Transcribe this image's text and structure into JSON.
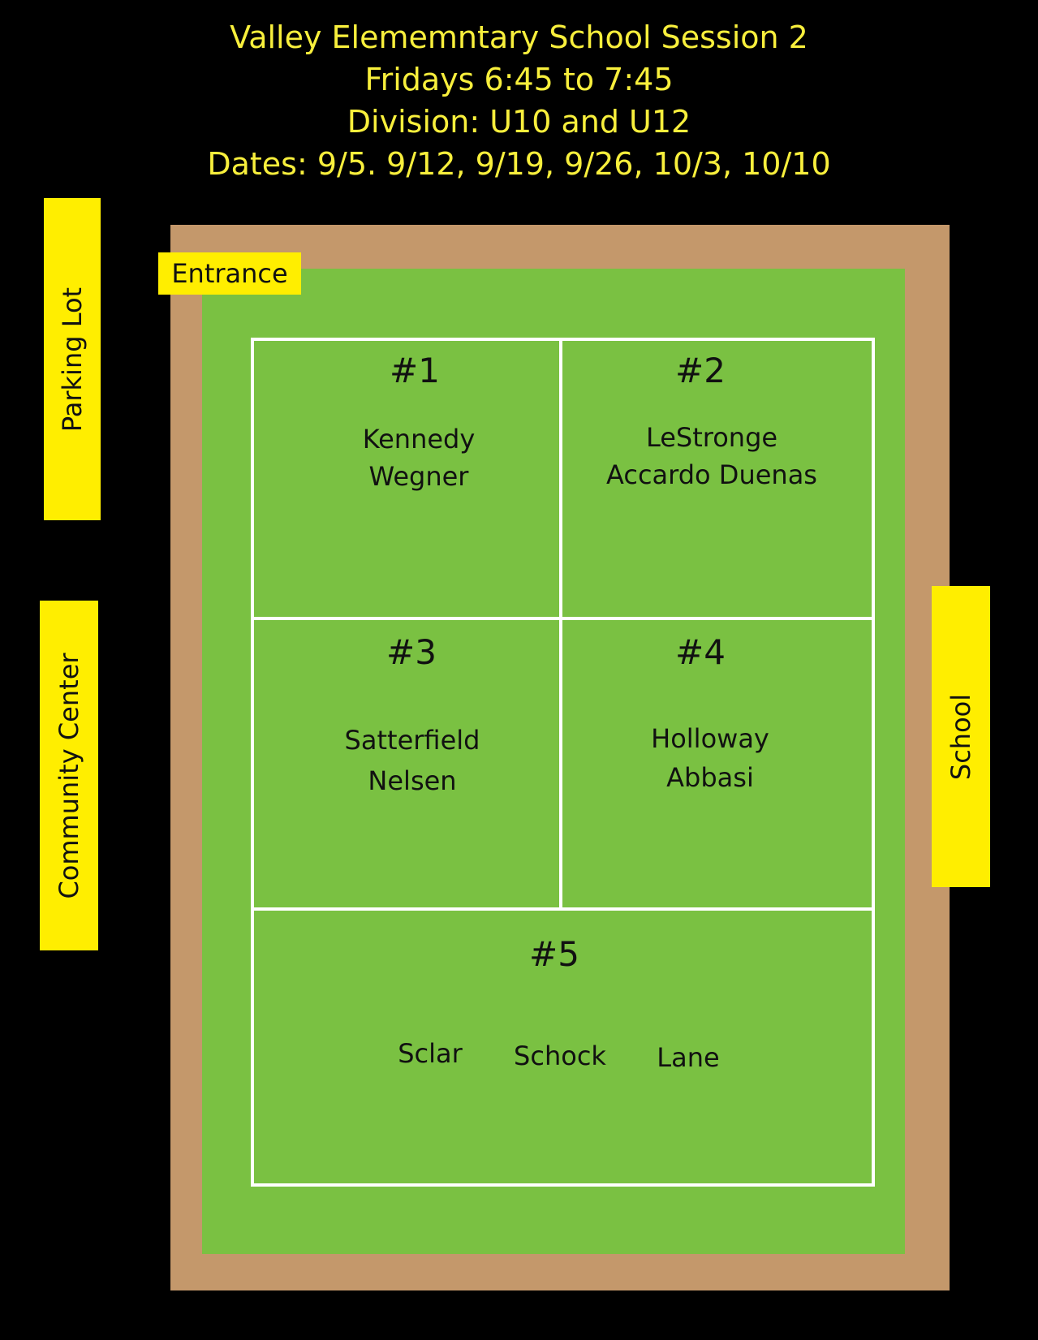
{
  "header": {
    "line1": "Valley Elememntary School Session 2",
    "line2": "Fridays 6:45 to 7:45",
    "line3": "Division: U10 and U12",
    "line4": "Dates: 9/5. 9/12, 9/19, 9/26, 10/3, 10/10"
  },
  "landmarks": {
    "parking_lot": "Parking Lot",
    "community_center": "Community Center",
    "school": "School",
    "entrance": "Entrance"
  },
  "fields": [
    {
      "number": "#1",
      "coaches": [
        "Kennedy",
        "Wegner"
      ]
    },
    {
      "number": "#2",
      "coaches": [
        "LeStronge",
        "Accardo Duenas"
      ]
    },
    {
      "number": "#3",
      "coaches": [
        "Satterfield",
        "Nelsen"
      ]
    },
    {
      "number": "#4",
      "coaches": [
        "Holloway",
        "Abbasi"
      ]
    },
    {
      "number": "#5",
      "coaches": [
        "Sclar",
        "Schock",
        "Lane"
      ]
    }
  ],
  "colors": {
    "background": "#000000",
    "title_text": "#f8ef3c",
    "label_box": "#ffee00",
    "dirt_border": "#c4986b",
    "grass": "#7ac142",
    "field_lines": "#ffffff"
  }
}
